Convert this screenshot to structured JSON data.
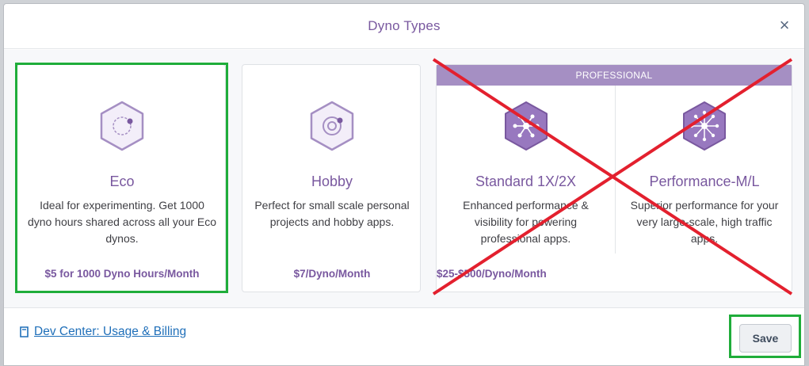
{
  "modal": {
    "title": "Dyno Types",
    "close_symbol": "×"
  },
  "plans": {
    "eco": {
      "name": "Eco",
      "desc": "Ideal for experimenting. Get 1000 dyno hours shared across all your Eco dynos.",
      "price": "$5 for 1000 Dyno Hours/Month",
      "icon": "eco-dyno-icon"
    },
    "hobby": {
      "name": "Hobby",
      "desc": "Perfect for small scale personal projects and hobby apps.",
      "price": "$7/Dyno/Month",
      "icon": "hobby-dyno-icon"
    },
    "professional": {
      "banner": "PROFESSIONAL",
      "price": "$25-$500/Dyno/Month",
      "standard": {
        "name": "Standard 1X/2X",
        "desc": "Enhanced performance & visibility for powering professional apps.",
        "icon": "standard-dyno-icon"
      },
      "performance": {
        "name": "Performance-M/L",
        "desc": "Superior performance for your very large-scale, high traffic apps.",
        "icon": "performance-dyno-icon"
      }
    }
  },
  "footer": {
    "dev_link": "Dev Center: Usage & Billing",
    "save_label": "Save"
  },
  "colors": {
    "accent": "#79589f",
    "highlight": "#1fad3a",
    "cross": "#e3202e",
    "banner": "#a58fc3"
  }
}
